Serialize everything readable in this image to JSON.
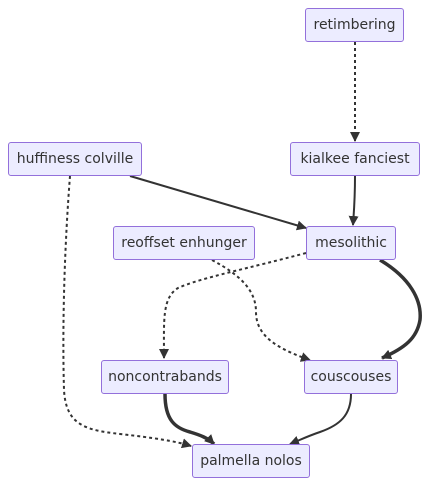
{
  "colors": {
    "node_fill": "#ececff",
    "node_border": "#9370db",
    "edge": "#333333",
    "text": "#333333"
  },
  "nodes": {
    "retimbering": "retimbering",
    "kialkee_fanciest": "kialkee fanciest",
    "huffiness_colville": "huffiness colville",
    "reoffset_enhunger": "reoffset enhunger",
    "mesolithic": "mesolithic",
    "noncontrabands": "noncontrabands",
    "couscouses": "couscouses",
    "palmella_nolos": "palmella nolos"
  },
  "edges": [
    {
      "from": "retimbering",
      "to": "kialkee_fanciest",
      "style": "dotted"
    },
    {
      "from": "kialkee_fanciest",
      "to": "mesolithic",
      "style": "solid"
    },
    {
      "from": "huffiness_colville",
      "to": "mesolithic",
      "style": "solid"
    },
    {
      "from": "huffiness_colville",
      "to": "palmella_nolos",
      "style": "dotted"
    },
    {
      "from": "reoffset_enhunger",
      "to": "couscouses",
      "style": "dotted"
    },
    {
      "from": "mesolithic",
      "to": "noncontrabands",
      "style": "dotted"
    },
    {
      "from": "mesolithic",
      "to": "couscouses",
      "style": "thick"
    },
    {
      "from": "noncontrabands",
      "to": "palmella_nolos",
      "style": "thick"
    },
    {
      "from": "couscouses",
      "to": "palmella_nolos",
      "style": "solid"
    }
  ]
}
